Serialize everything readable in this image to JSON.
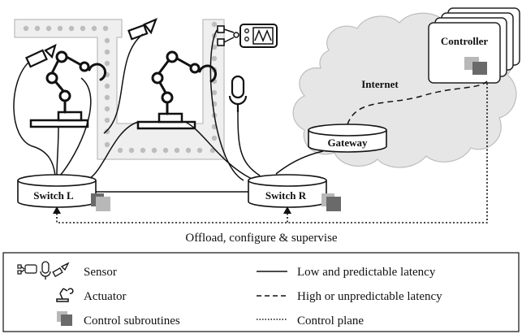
{
  "nodes": {
    "switch_l": "Switch L",
    "switch_r": "Switch R",
    "gateway": "Gateway",
    "controller": "Controller",
    "internet": "Internet"
  },
  "caption": "Offload, configure & supervise",
  "legend": {
    "sensor": "Sensor",
    "actuator": "Actuator",
    "subroutines": "Control subroutines",
    "low_latency": "Low and predictable latency",
    "high_latency": "High or unpredictable latency",
    "control_plane": "Control plane"
  },
  "colors": {
    "conveyor_fill": "#e9e9e9",
    "conveyor_dot": "#bdbdbd",
    "cloud_fill": "#e6e6e6",
    "subroutine_dark": "#6a6a6a",
    "subroutine_light": "#b8b8b8"
  },
  "icons": [
    "robot-arm-icon",
    "camera-icon",
    "sensor-box-icon",
    "microphone-icon",
    "switch-icon",
    "server-stack-icon",
    "cloud-icon"
  ]
}
